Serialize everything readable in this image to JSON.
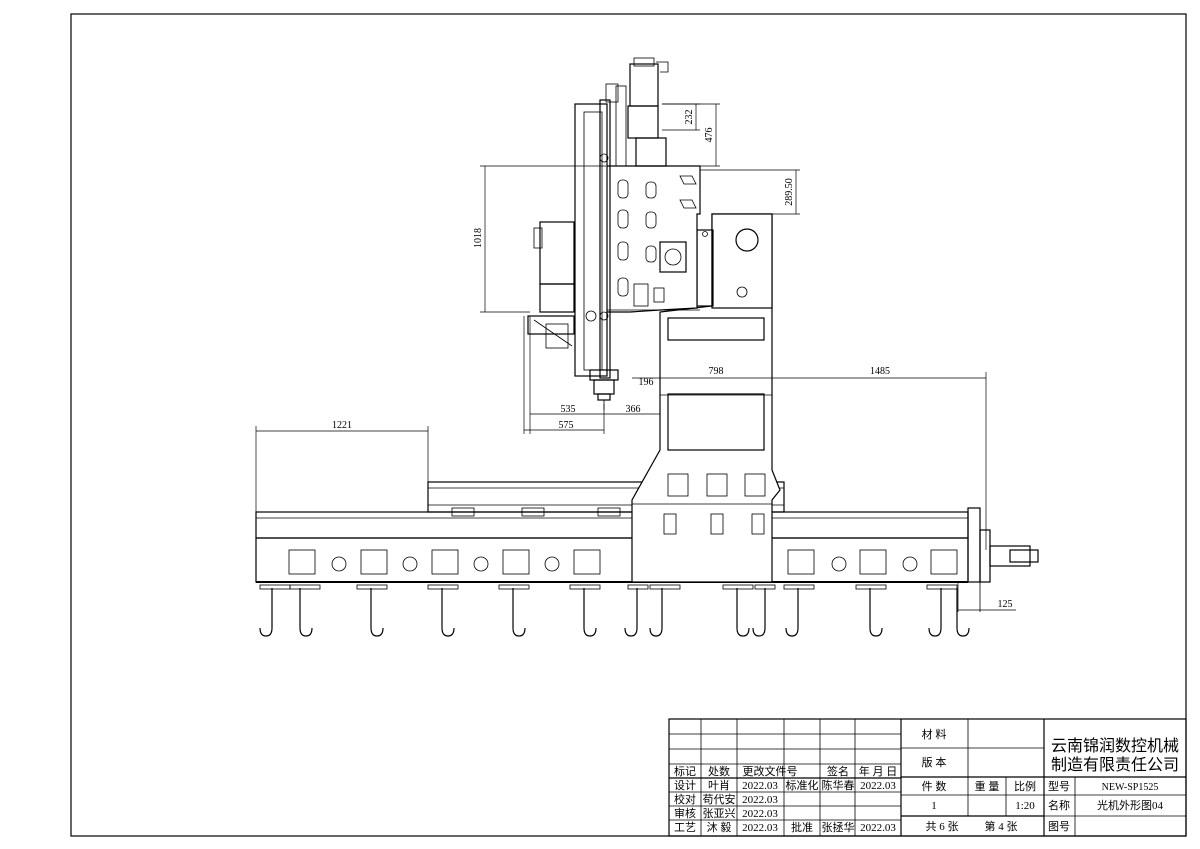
{
  "dimensions": {
    "d232": "232",
    "d476": "476",
    "d289": "289.50",
    "d1018": "1018",
    "d196": "196",
    "d798": "798",
    "d1485": "1485",
    "d535": "535",
    "d366": "366",
    "d575": "575",
    "d1221": "1221",
    "d125": "125"
  },
  "title_block": {
    "material_label": "材 料",
    "version_label": "版 本",
    "company_line1": "云南锦润数控机械",
    "company_line2": "制造有限责任公司",
    "rev_headers": {
      "mark": "标记",
      "count": "处数",
      "doc": "更改文件号",
      "sign": "签名",
      "date": "年 月 日"
    },
    "rows": [
      {
        "role": "设计",
        "name": "叶肖",
        "date": "2022.03",
        "role2": "标准化",
        "name2": "陈华春",
        "date2": "2022.03"
      },
      {
        "role": "校对",
        "name": "苟代安",
        "date": "2022.03"
      },
      {
        "role": "审核",
        "name": "张亚兴",
        "date": "2022.03"
      },
      {
        "role": "工艺",
        "name": "沐  毅",
        "date": "2022.03",
        "role2": "批准",
        "name2": "张拯华",
        "date2": "2022.03"
      }
    ],
    "qty_label": "件 数",
    "weight_label": "重 量",
    "scale_label": "比例",
    "model_label": "型号",
    "model_value": "NEW-SP1525",
    "qty_value": "1",
    "scale_value": "1:20",
    "name_label": "名称",
    "name_value": "光机外形图04",
    "sheet_total": "共 6 张",
    "sheet_no": "第 4 张",
    "drawing_no_label": "图号"
  }
}
